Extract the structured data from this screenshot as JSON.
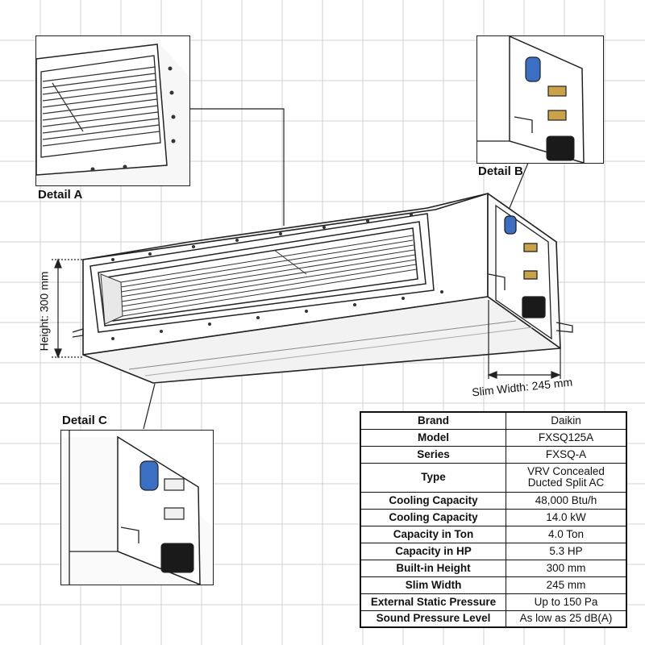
{
  "labels": {
    "detail_a": "Detail A",
    "detail_b": "Detail B",
    "detail_c": "Detail C",
    "height_dim": "Height: 300 mm",
    "width_dim": "Slim Width: 245 mm"
  },
  "specs": [
    {
      "key": "Brand",
      "value": "Daikin"
    },
    {
      "key": "Model",
      "value": "FXSQ125A"
    },
    {
      "key": "Series",
      "value": "FXSQ-A"
    },
    {
      "key": "Type",
      "value": "VRV Concealed Ducted Split AC"
    },
    {
      "key": "Cooling Capacity",
      "value": "48,000 Btu/h"
    },
    {
      "key": "Cooling Capacity",
      "value": "14.0 kW"
    },
    {
      "key": "Capacity in Ton",
      "value": "4.0 Ton"
    },
    {
      "key": "Capacity in HP",
      "value": "5.3 HP"
    },
    {
      "key": "Built-in Height",
      "value": "300 mm"
    },
    {
      "key": "Slim Width",
      "value": "245 mm"
    },
    {
      "key": "External Static Pressure",
      "value": "Up to 150 Pa"
    },
    {
      "key": "Sound Pressure Level",
      "value": "As low as 25 dB(A)"
    }
  ],
  "colors": {
    "grid": "#d0d0d0",
    "line": "#222222",
    "blue_pipe": "#3a6fc4",
    "brass": "#c9a24a",
    "black_box": "#1a1a1a"
  }
}
